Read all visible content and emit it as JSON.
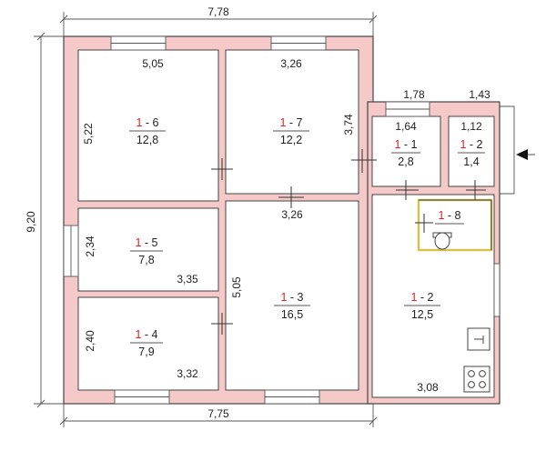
{
  "dimensions": {
    "top_total": "7,78",
    "bottom_total": "7,75",
    "left_total": "9,20",
    "annex_top_left": "1,78",
    "annex_top_right": "1,43"
  },
  "rooms": {
    "r16": {
      "id": "1",
      "num": "6",
      "area": "12,8",
      "w": "5,05",
      "h": "5,22"
    },
    "r17": {
      "id": "1",
      "num": "7",
      "area": "12,2",
      "w": "3,26",
      "h": "3,74",
      "w2": "3,26"
    },
    "r15": {
      "id": "1",
      "num": "5",
      "area": "7,8",
      "w": "3,35",
      "h": "2,34"
    },
    "r14": {
      "id": "1",
      "num": "4",
      "area": "7,9",
      "w": "3,32",
      "h": "2,40"
    },
    "r13": {
      "id": "1",
      "num": "3",
      "area": "16,5",
      "h": "5,05"
    },
    "r11": {
      "id": "1",
      "num": "1",
      "area": "2,8",
      "w": "1,64"
    },
    "r12s": {
      "id": "1",
      "num": "2",
      "area": "1,4",
      "w": "1,12"
    },
    "r18": {
      "id": "1",
      "num": "8"
    },
    "r12": {
      "id": "1",
      "num": "2",
      "area": "12,5",
      "w": "3,08"
    }
  },
  "icons": [
    "toilet-icon",
    "sink-icon",
    "stove-icon",
    "entrance-arrow-icon"
  ]
}
